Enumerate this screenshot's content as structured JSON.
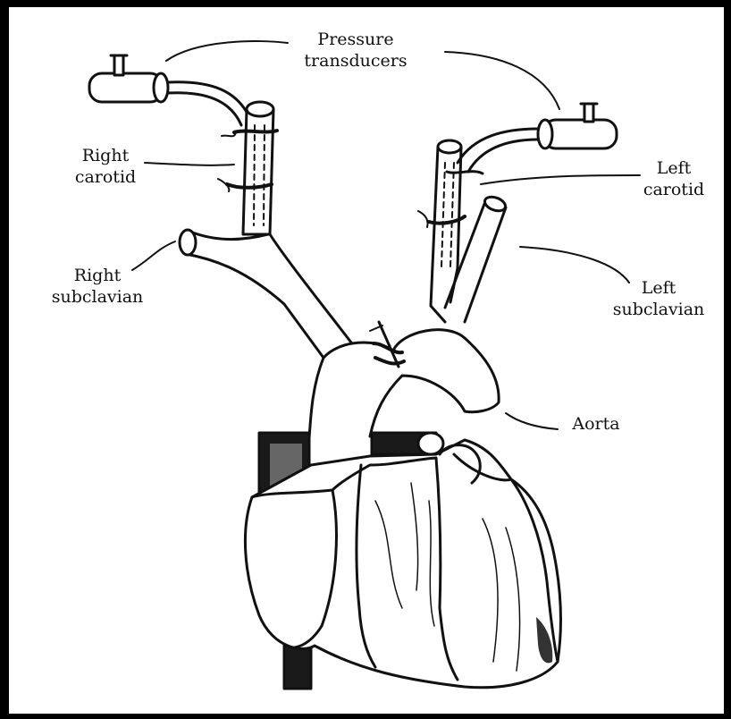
{
  "labels": {
    "pressure_transducers": "Pressure\ntransducers",
    "right_carotid": "Right\ncarotid",
    "left_carotid": "Left\ncarotid",
    "right_subclavian": "Right\nsubclavian",
    "left_subclavian": "Left\nsubclavian",
    "aorta": "Aorta"
  },
  "colors": {
    "background": "#000000",
    "paper": "#ffffff",
    "ink": "#111111"
  }
}
